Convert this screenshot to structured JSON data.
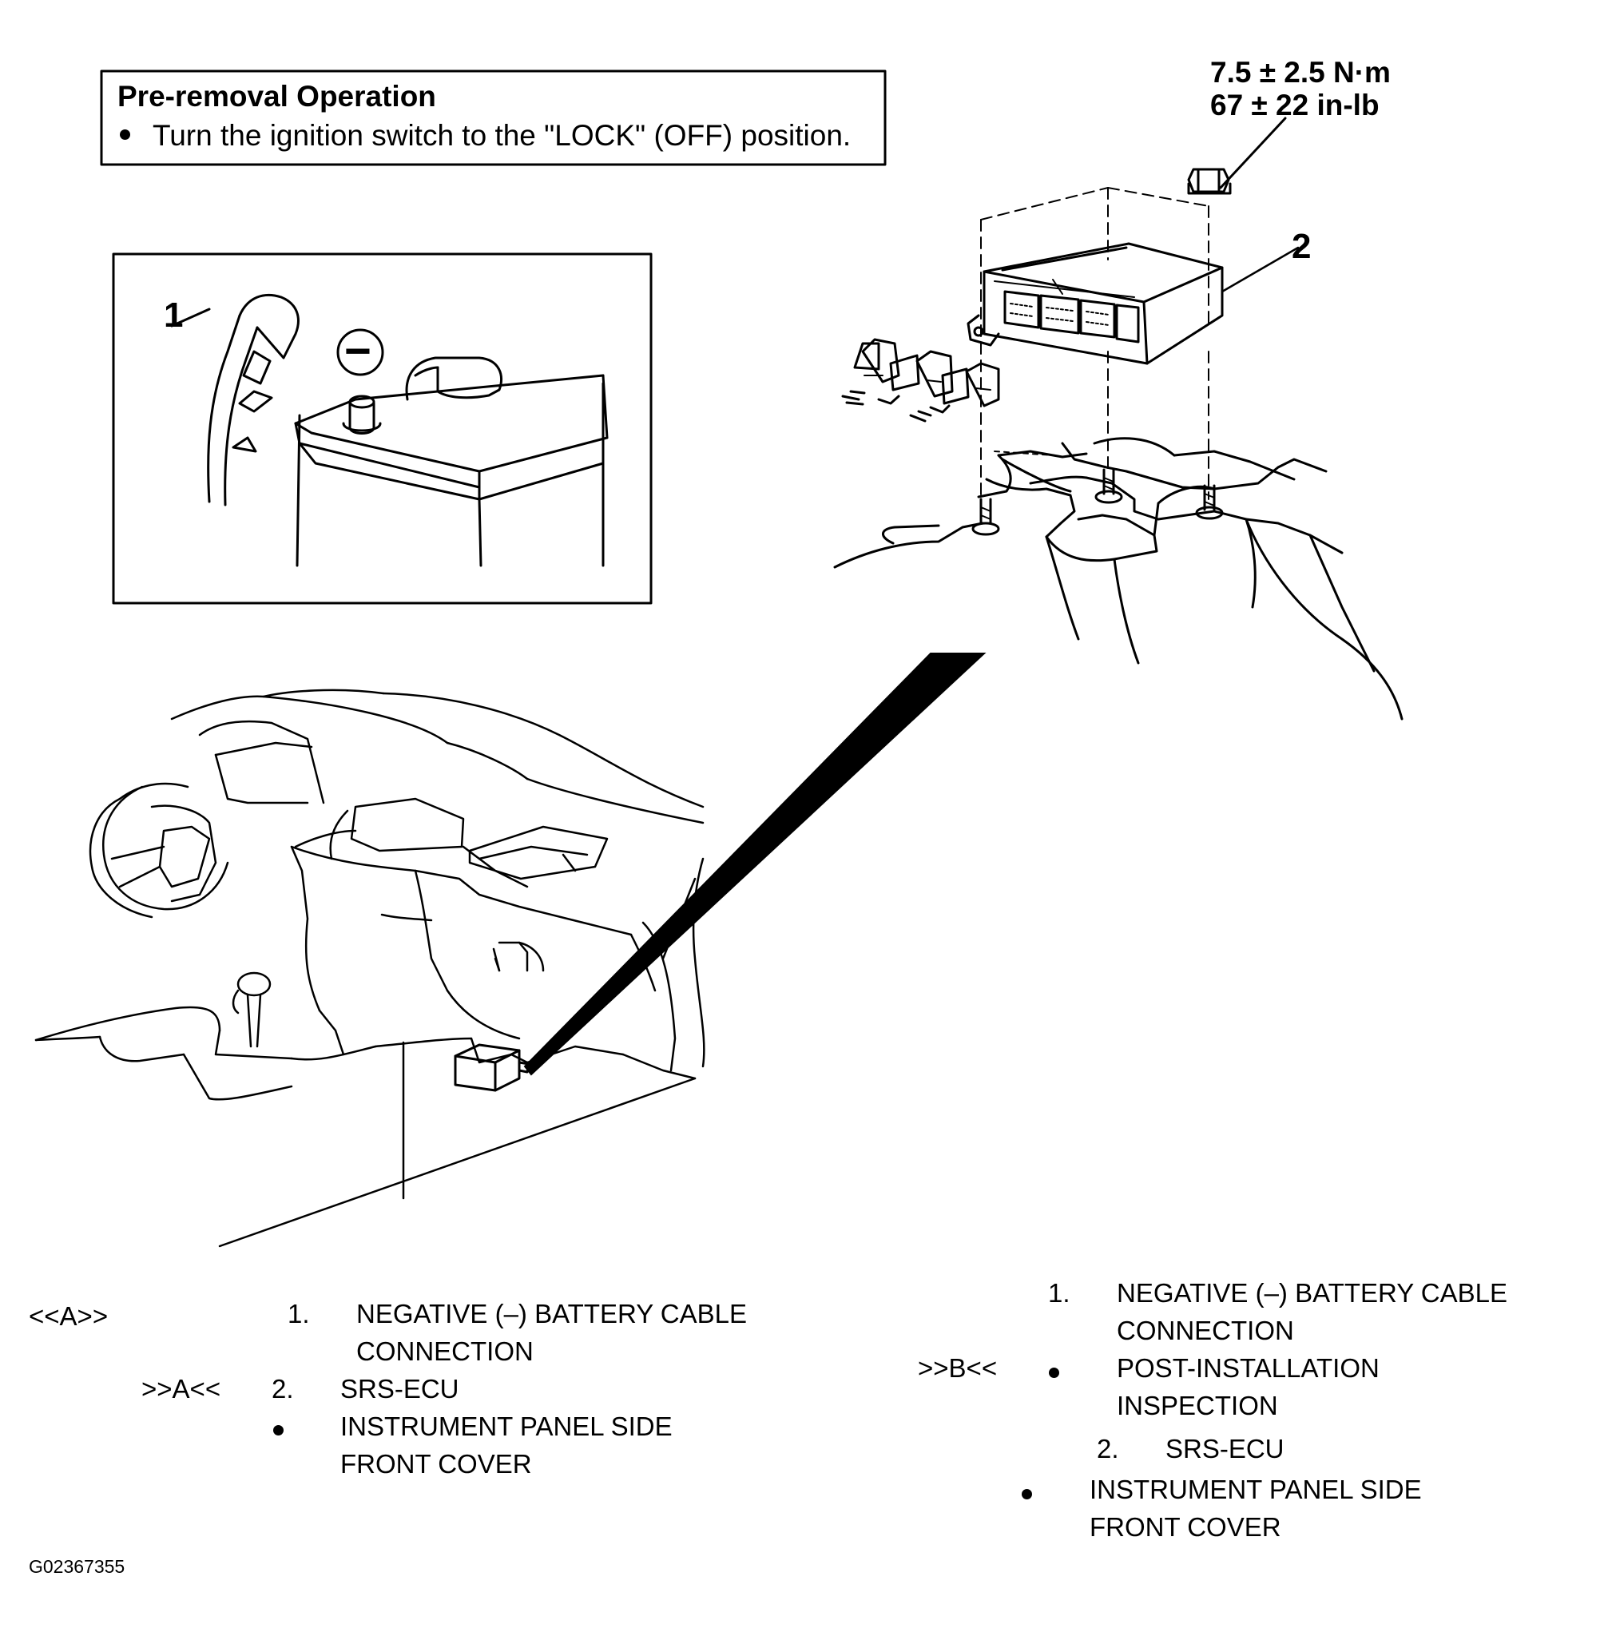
{
  "pre_removal": {
    "title": "Pre-removal Operation",
    "item": "Turn the ignition switch to the \"LOCK\" (OFF) position."
  },
  "torque": {
    "metric": "7.5 ± 2.5 N·m",
    "imperial": "67 ± 22 in-lb"
  },
  "callouts": {
    "one": "1",
    "two": "2"
  },
  "battery_symbol": "−",
  "removal": {
    "step_a_removal": "<<A>>",
    "step_a_install": ">>A<<",
    "item1_num": "1.",
    "item1_line1": "NEGATIVE (–) BATTERY CABLE",
    "item1_line2": "CONNECTION",
    "item2_num": "2.",
    "item2_label": "SRS-ECU",
    "item3_line1": "INSTRUMENT PANEL SIDE",
    "item3_line2": "FRONT COVER"
  },
  "installation": {
    "step_b": ">>B<<",
    "item1_num": "1.",
    "item1_line1": "NEGATIVE (–) BATTERY CABLE",
    "item1_line2": "CONNECTION",
    "item2_line1": "POST-INSTALLATION",
    "item2_line2": "INSPECTION",
    "item3_num": "2.",
    "item3_label": "SRS-ECU",
    "item4_line1": "INSTRUMENT PANEL SIDE",
    "item4_line2": "FRONT COVER"
  },
  "figure_id": "G02367355"
}
